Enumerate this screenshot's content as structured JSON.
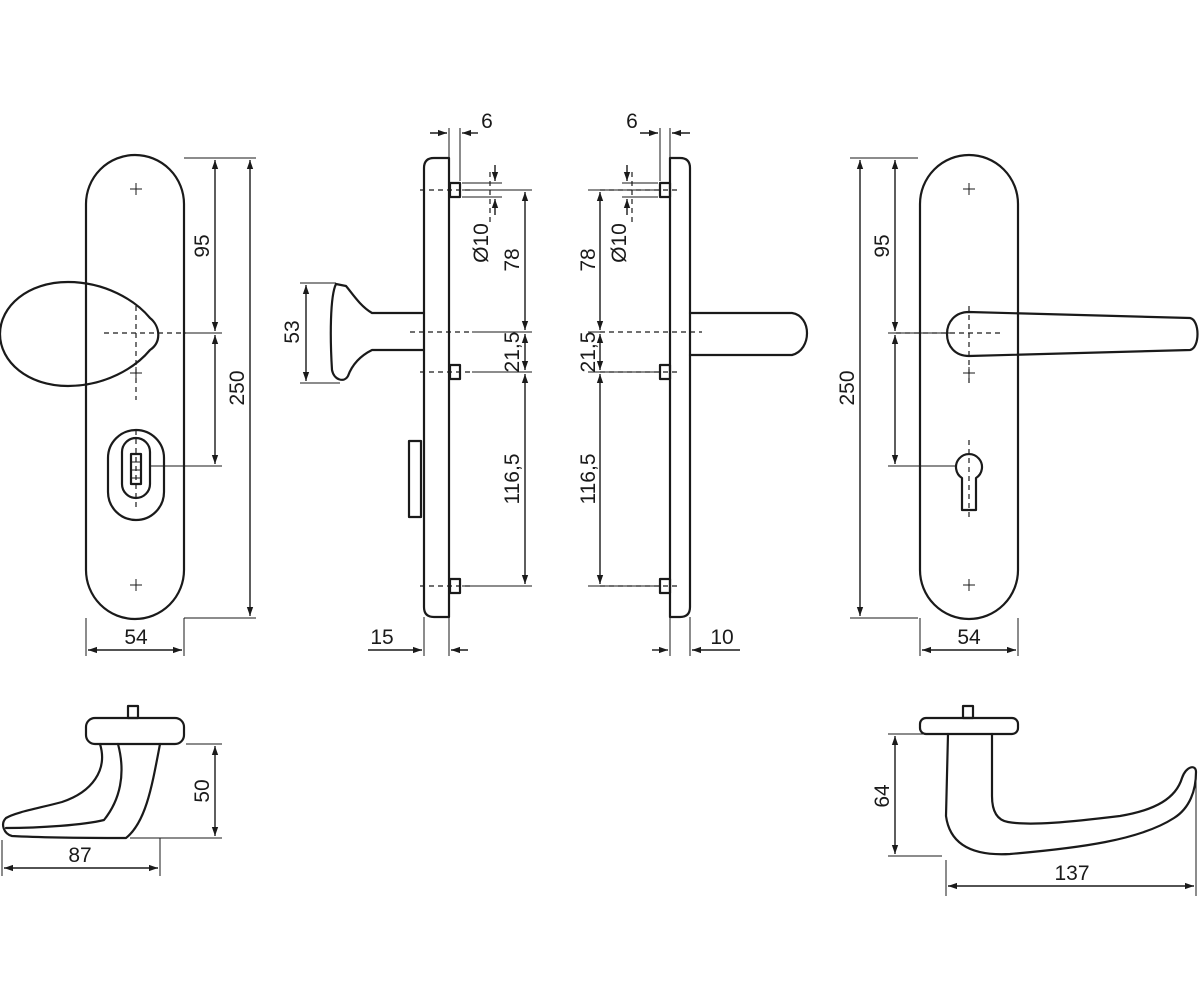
{
  "colors": {
    "line": "#1a1a1a",
    "background": "#ffffff"
  },
  "labels": {
    "knob_plate_height": "95",
    "knob_plate_total": "250",
    "knob_plate_width": "54",
    "side_left_screw": "6",
    "side_left_hole": "Ø10",
    "side_left_upper": "78",
    "side_left_mid": "21,5",
    "side_left_lower": "116,5",
    "side_left_thickness": "15",
    "side_left_knob_height": "53",
    "side_right_screw": "6",
    "side_right_hole": "Ø10",
    "side_right_upper": "78",
    "side_right_mid": "21,5",
    "side_right_lower": "116,5",
    "side_right_thickness": "10",
    "lever_plate_height": "95",
    "lever_plate_total": "250",
    "lever_plate_width": "54",
    "knob_top_height": "50",
    "knob_top_length": "87",
    "lever_top_height": "64",
    "lever_top_length": "137"
  }
}
